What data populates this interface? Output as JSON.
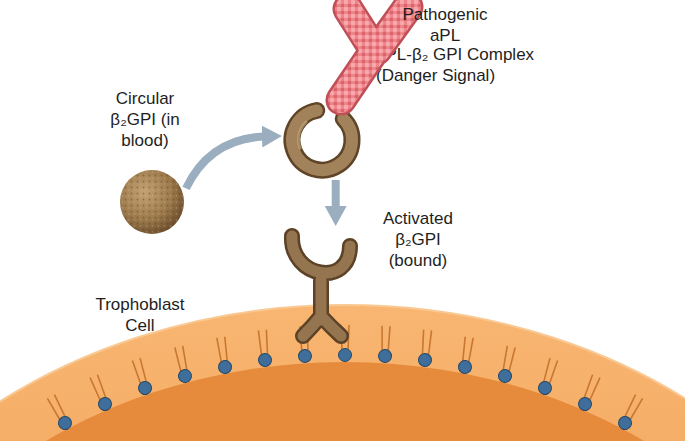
{
  "diagram": {
    "nodes": [
      {
        "text": [
          "Pathogenic aPL"
        ]
      },
      {
        "text": [
          "aPL-β₂ GPI Complex (Danger Signal)"
        ]
      },
      {
        "text": [
          "Circular β₂GPI (in blood)"
        ]
      },
      {
        "text": [
          "Activated β₂GPI (bound)"
        ]
      },
      {
        "text": [
          "Trophoblast Cell"
        ]
      }
    ],
    "edges": [
      {
        "from": 2,
        "to": 1,
        "arrow": "to"
      },
      {
        "from": 1,
        "to": 3,
        "arrow": "to"
      }
    ]
  }
}
